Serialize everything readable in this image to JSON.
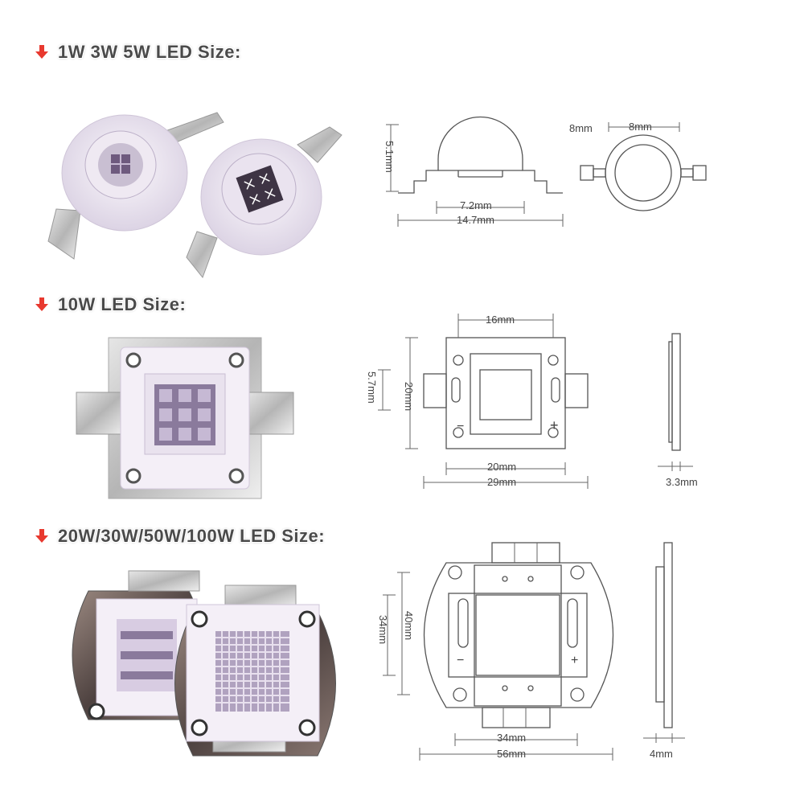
{
  "sections": [
    {
      "heading": "1W 3W 5W LED Size:",
      "dims": {
        "height": "5.1mm",
        "inner_width": "7.2mm",
        "total_width": "14.7mm",
        "side_a": "8mm",
        "side_b": "8mm"
      }
    },
    {
      "heading": "10W LED Size:",
      "dims": {
        "top_width": "16mm",
        "height_outer": "20mm",
        "height_inner": "5.7mm",
        "inner_width": "20mm",
        "total_width": "29mm",
        "thickness": "3.3mm"
      }
    },
    {
      "heading": "20W/30W/50W/100W LED Size:",
      "dims": {
        "height_outer": "40mm",
        "height_inner": "34mm",
        "inner_width": "34mm",
        "total_width": "56mm",
        "thickness": "4mm"
      }
    }
  ],
  "colors": {
    "arrow": "#e8392f",
    "chip_purple": "#8a7a9c",
    "board": "#f3eef6",
    "copper": "#6b5a55"
  }
}
